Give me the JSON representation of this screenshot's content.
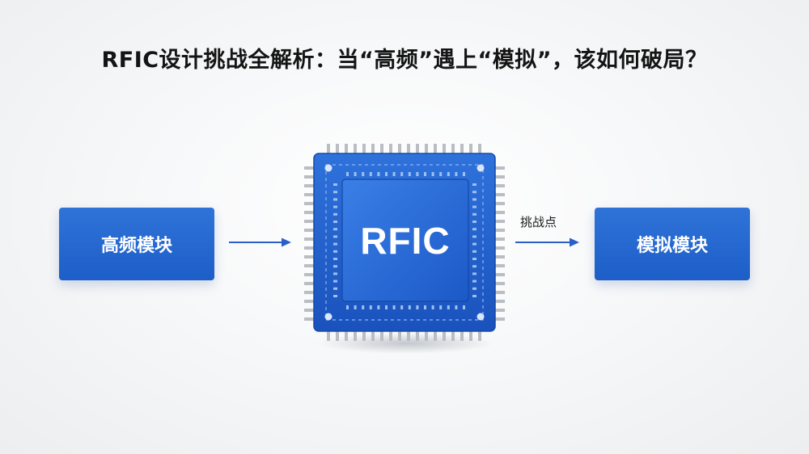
{
  "title": "RFIC设计挑战全解析：当“高频”遇上“模拟”，该如何破局？",
  "diagram": {
    "left_module": "高频模块",
    "chip_label": "RFIC",
    "right_module": "模拟模块",
    "arrow_label": "挑战点"
  },
  "colors": {
    "module_blue": "#1f63cc",
    "chip_blue": "#1c58c5",
    "pin_silver": "#b9bdc4",
    "arrow": "#2b5fc8"
  }
}
